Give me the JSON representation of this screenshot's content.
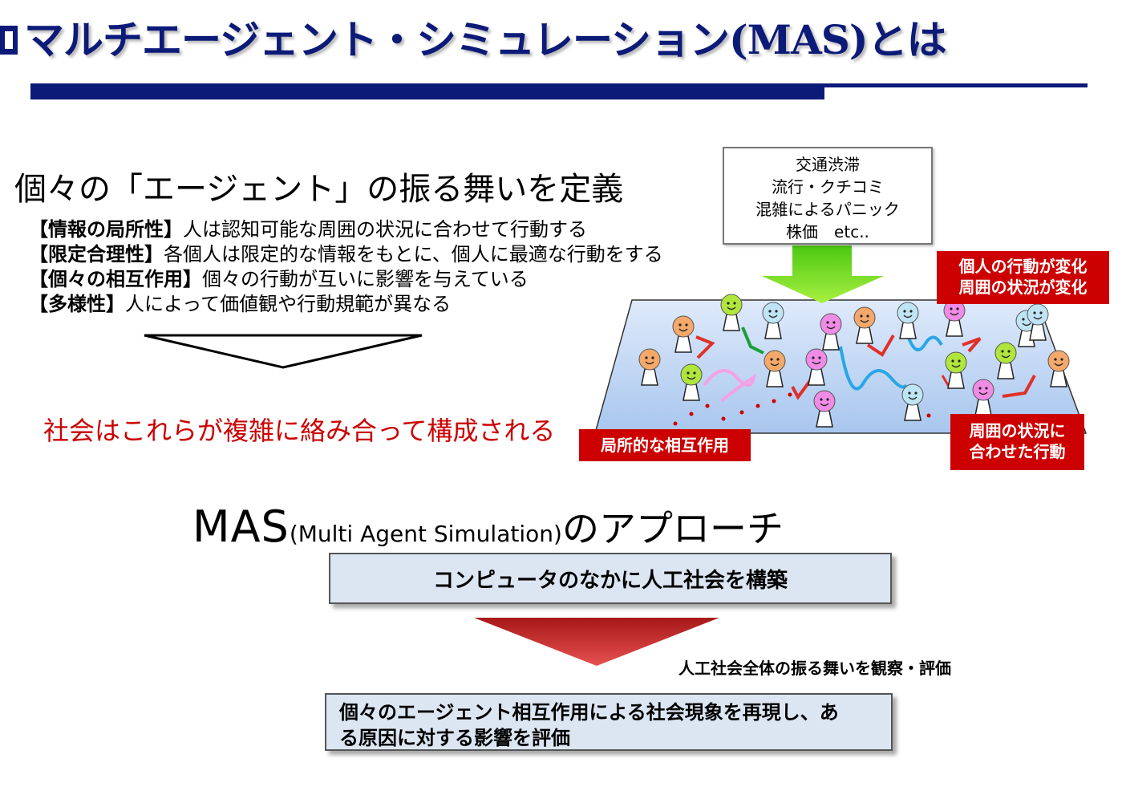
{
  "title": "マルチエージェント・シミュレーション(MAS)とは",
  "section_heading": "個々の「エージェント」の振る舞いを定義",
  "points": [
    {
      "label": "【情報の局所性】",
      "text": "人は認知可能な周囲の状況に合わせて行動する"
    },
    {
      "label": "【限定合理性】",
      "text": "各個人は限定的な情報をもとに、個人に最適な行動をする"
    },
    {
      "label": "【個々の相互作用】",
      "text": "個々の行動が互いに影響を与えている"
    },
    {
      "label": "【多様性】",
      "text": "人によって価値観や行動規範が異なる"
    }
  ],
  "conclusion": "社会はこれらが複雑に絡み合って構成される",
  "phenomena": [
    "交通渋滞",
    "流行・クチコミ",
    "混雑によるパニック",
    "株価　etc.."
  ],
  "labels": {
    "behavior_change": [
      "個人の行動が変化",
      "周囲の状況が変化"
    ],
    "local_interaction": "局所的な相互作用",
    "adapt_behavior": [
      "周囲の状況に",
      "合わせた行動"
    ]
  },
  "mas": {
    "main": "MAS",
    "paren": "(Multi Agent Simulation)",
    "tail": "のアプローチ"
  },
  "build_box": "コンピュータのなかに人工社会を構築",
  "evaluate_label": "人工社会全体の振る舞いを観察・評価",
  "result_lines": [
    "個々のエージェント相互作用による社会現象を再現し、あ",
    "る原因に対する影響を評価"
  ],
  "colors": {
    "navy": "#0c1a78",
    "red": "#cc0000",
    "box_fill": "#dce6f2",
    "plane_fill": "#c6dbf5",
    "green_arrow": "#66dd22"
  },
  "agents": [
    {
      "color": "#f4a86a"
    },
    {
      "color": "#b0e63c"
    },
    {
      "color": "#bfe4f4"
    },
    {
      "color": "#f08ce6"
    },
    {
      "color": "#f4a86a"
    },
    {
      "color": "#bfe4f4"
    },
    {
      "color": "#f08ce6"
    },
    {
      "color": "#bfe4f4"
    },
    {
      "color": "#f4a86a"
    },
    {
      "color": "#f08ce6"
    },
    {
      "color": "#f4a86a"
    },
    {
      "color": "#b0e63c"
    },
    {
      "color": "#b0e63c"
    },
    {
      "color": "#b0e63c"
    },
    {
      "color": "#f4a86a"
    },
    {
      "color": "#bfe4f4"
    },
    {
      "color": "#f08ce6"
    },
    {
      "color": "#f08ce6"
    },
    {
      "color": "#bfe4f4"
    }
  ]
}
